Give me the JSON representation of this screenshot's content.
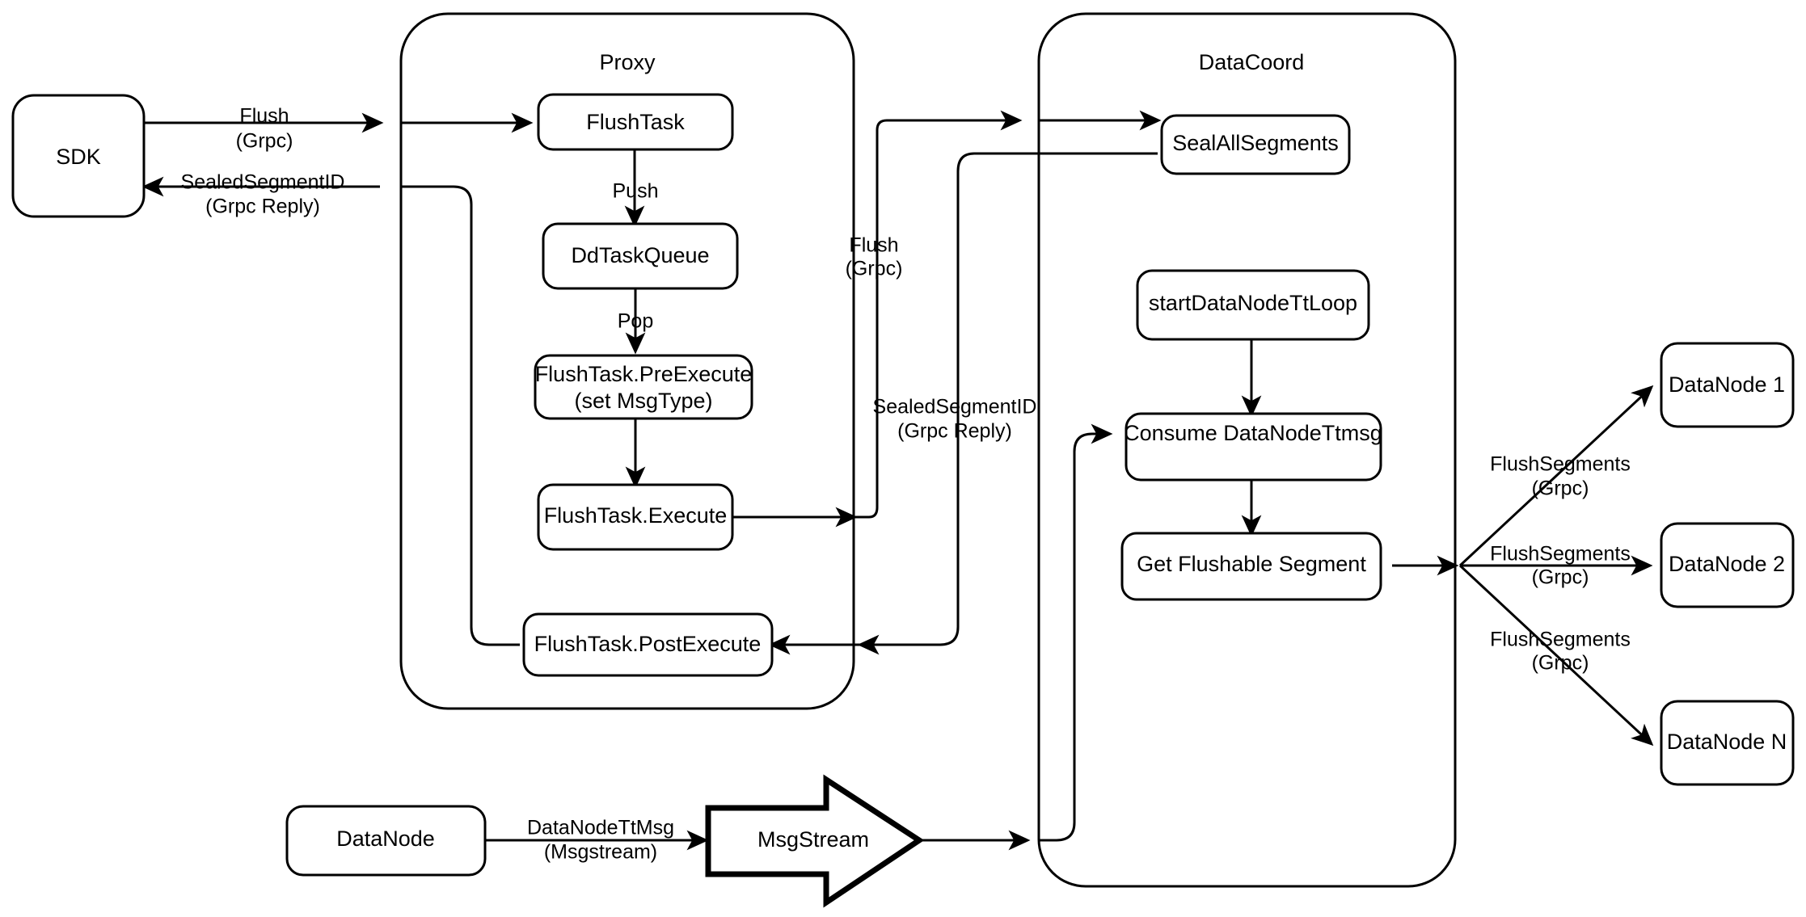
{
  "diagram": {
    "title": "Milvus Flush Sequence Architecture",
    "type": "flowchart",
    "background_color": "#ffffff",
    "stroke_color": "#000000"
  },
  "containers": [
    {
      "id": "proxy",
      "label": "Proxy"
    },
    {
      "id": "datacoord",
      "label": "DataCoord"
    }
  ],
  "nodes": {
    "sdk": {
      "label": "SDK"
    },
    "flush_task": {
      "label": "FlushTask"
    },
    "dd_task_queue": {
      "label": "DdTaskQueue"
    },
    "pre_execute_line1": {
      "label": "FlushTask.PreExecute"
    },
    "pre_execute_line2": {
      "label": "(set MsgType)"
    },
    "execute": {
      "label": "FlushTask.Execute"
    },
    "post_execute": {
      "label": "FlushTask.PostExecute"
    },
    "seal_all_segments": {
      "label": "SealAllSegments"
    },
    "start_datanode_tt_loop": {
      "label": "startDataNodeTtLoop"
    },
    "consume_datanode_ttmsg": {
      "label": "Consume DataNodeTtmsg"
    },
    "get_flushable_segment": {
      "label": "Get Flushable Segment"
    },
    "datanode_1": {
      "label": "DataNode 1"
    },
    "datanode_2": {
      "label": "DataNode 2"
    },
    "datanode_n": {
      "label": "DataNode N"
    },
    "datanode_source": {
      "label": "DataNode"
    },
    "msgstream": {
      "label": "MsgStream"
    }
  },
  "edge_labels": {
    "sdk_to_proxy_line1": "Flush",
    "sdk_to_proxy_line2": "(Grpc)",
    "proxy_to_sdk_line1": "SealedSegmentID",
    "proxy_to_sdk_line2": "(Grpc Reply)",
    "push": "Push",
    "pop": "Pop",
    "proxy_to_datacoord_line1": "Flush",
    "proxy_to_datacoord_line2": "(Grpc)",
    "datacoord_to_proxy_line1": "SealedSegmentID",
    "datacoord_to_proxy_line2": "(Grpc Reply)",
    "flush_segments_1_line1": "FlushSegments",
    "flush_segments_1_line2": "(Grpc)",
    "flush_segments_2_line1": "FlushSegments",
    "flush_segments_2_line2": "(Grpc)",
    "flush_segments_n_line1": "FlushSegments",
    "flush_segments_n_line2": "(Grpc)",
    "datanode_tt_msg_line1": "DataNodeTtMsg",
    "datanode_tt_msg_line2": "(Msgstream)"
  }
}
